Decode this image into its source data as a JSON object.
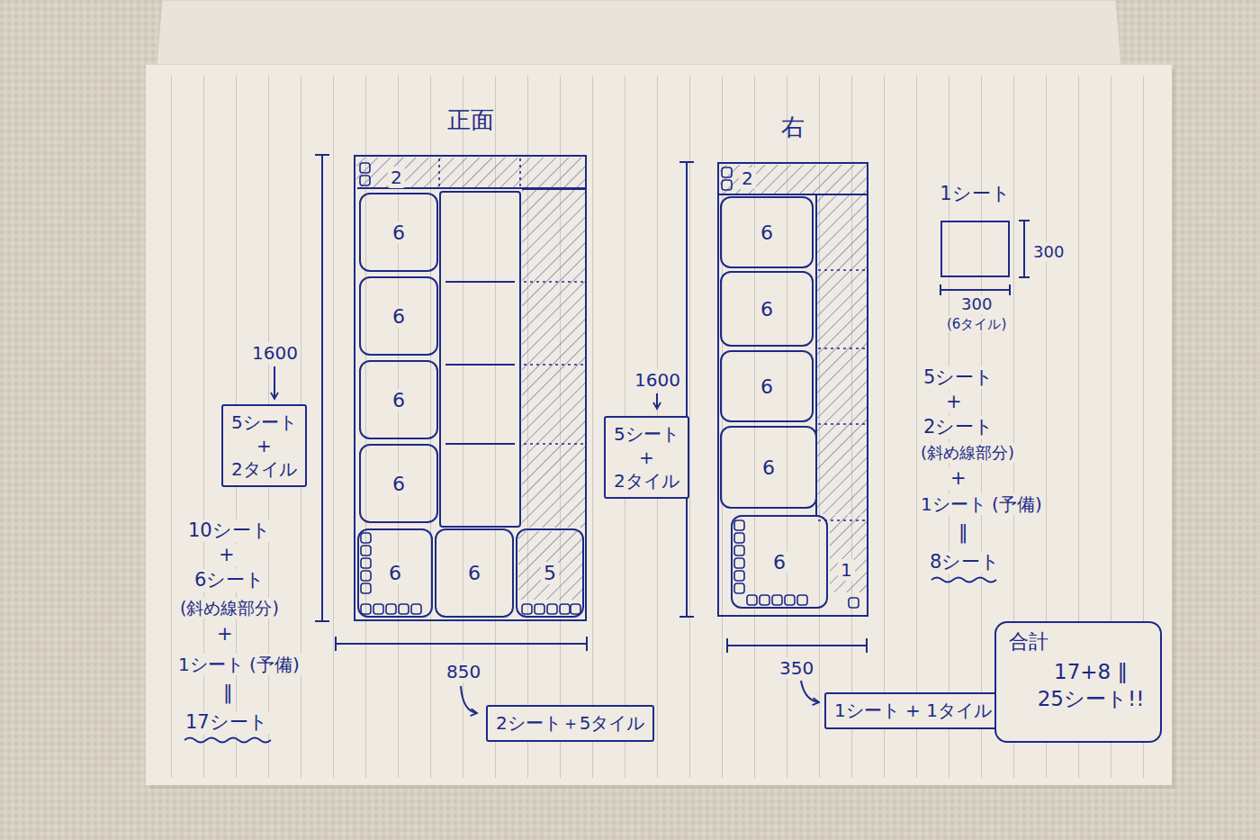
{
  "diagram": {
    "nodes": [
      {
        "text": [
          "正面"
        ]
      },
      {
        "text": [
          "6"
        ],
        "in": 0
      },
      {
        "text": [
          "6"
        ],
        "in": 0
      },
      {
        "text": [
          "6"
        ],
        "in": 0
      },
      {
        "text": [
          "6"
        ],
        "in": 0
      },
      {
        "text": [
          "6"
        ],
        "in": 0
      },
      {
        "text": [
          "6"
        ],
        "in": 0
      },
      {
        "text": [
          "5"
        ],
        "in": 0
      },
      {
        "text": [
          "5シート + 2タイル"
        ]
      },
      {
        "text": [
          "2シート＋5タイル"
        ]
      },
      {
        "text": [
          "右"
        ]
      },
      {
        "text": [
          "6"
        ],
        "in": 10
      },
      {
        "text": [
          "6"
        ],
        "in": 10
      },
      {
        "text": [
          "6"
        ],
        "in": 10
      },
      {
        "text": [
          "6"
        ],
        "in": 10
      },
      {
        "text": [
          "6"
        ],
        "in": 10
      },
      {
        "text": [
          "5シート + 2タイル"
        ]
      },
      {
        "text": [
          "1シート + 1タイル"
        ]
      },
      {
        "text": [
          "1シート"
        ]
      },
      {
        "text": [
          "合計",
          "17+8 ‖ 25シート!!"
        ]
      }
    ],
    "labels": [
      "2",
      "1600",
      "10シート",
      "+",
      "6シート",
      "(斜め線部分)",
      "+",
      "1シート (予備)",
      "‖",
      "17シート",
      "850",
      "2",
      "1",
      "1600",
      "350",
      "300",
      "300",
      "(6タイル)",
      "5シート",
      "+",
      "2シート",
      "(斜め線部分)",
      "+",
      "1シート (予備)",
      "‖",
      "8シート"
    ]
  }
}
